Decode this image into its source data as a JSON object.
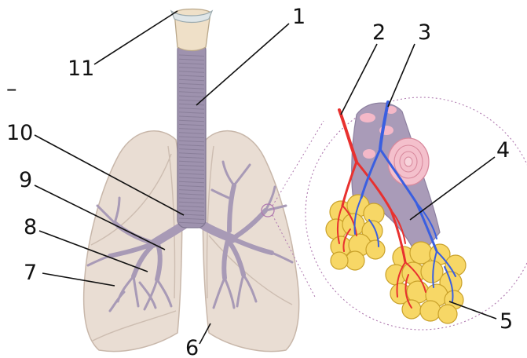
{
  "diagram": {
    "labels": [
      "1",
      "2",
      "3",
      "4",
      "5",
      "6",
      "7",
      "8",
      "9",
      "10",
      "11"
    ],
    "dash": "–"
  },
  "colors": {
    "lung": "#e9ddd3",
    "bronchi": "#a89ab6",
    "trachea": "#9e92ae",
    "artery": "#e8312f",
    "vein": "#3a5fe0",
    "alveoli": "#f7d766",
    "alveolar_bronchiole": "#a99bb8",
    "magnifier_outline": "#b07ab0"
  }
}
